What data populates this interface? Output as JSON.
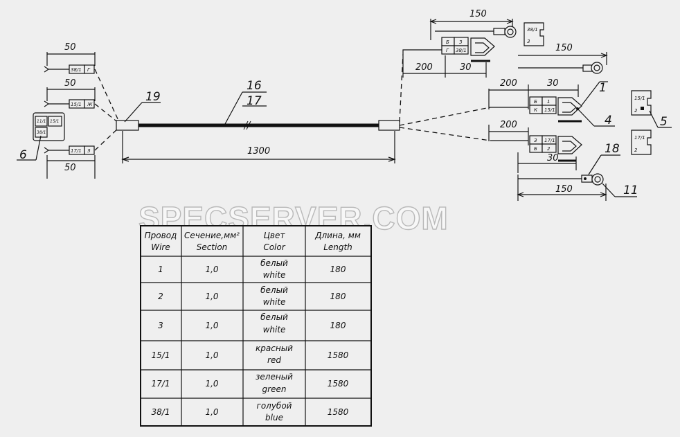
{
  "watermark": "SPECSERVER.COM",
  "callouts": {
    "c1": "1",
    "c4": "4",
    "c5": "5",
    "c6": "6",
    "c11": "11",
    "c16": "16",
    "c17": "17",
    "c18": "18",
    "c19": "19"
  },
  "dimensions": {
    "left_top": "50",
    "left_mid": "50",
    "left_bottom": "50",
    "main_length": "1300",
    "right_top_150": "150",
    "right_top_200": "200",
    "right_top_30": "30",
    "right_mid_150": "150",
    "right_mid_200": "200",
    "right_mid_30": "30",
    "right_low_200": "200",
    "right_low_30": "30",
    "right_bottom_150": "150"
  },
  "connectors": {
    "left_top": [
      "38/1",
      "Г"
    ],
    "left_mid": [
      "15/1",
      "Ж"
    ],
    "left_bottom": [
      "17/1",
      "З"
    ],
    "left_block": [
      "11/1",
      "15/1",
      "38/1"
    ],
    "right_top": {
      "row1": [
        "Б",
        "З"
      ],
      "row2": [
        "Г",
        "38/1"
      ]
    },
    "right_mid": {
      "row1": [
        "Б",
        "1"
      ],
      "row2": [
        "К",
        "15/1"
      ]
    },
    "right_low": {
      "row1": [
        "З",
        "17/1"
      ],
      "row2": [
        "Б",
        "2"
      ]
    },
    "item3_block": [
      "38/1",
      "3"
    ],
    "item5_block": [
      "15/1",
      "2"
    ],
    "item_right_low_block": [
      "17/1",
      "2"
    ]
  },
  "table": {
    "headers": [
      {
        "ru": "Провод",
        "en": "Wire"
      },
      {
        "ru": "Сечение,мм²",
        "en": "Section"
      },
      {
        "ru": "Цвет",
        "en": "Color"
      },
      {
        "ru": "Длина, мм",
        "en": "Length"
      }
    ],
    "rows": [
      {
        "wire": "1",
        "section": "1,0",
        "color_ru": "белый",
        "color_en": "white",
        "length": "180"
      },
      {
        "wire": "2",
        "section": "1,0",
        "color_ru": "белый",
        "color_en": "white",
        "length": "180"
      },
      {
        "wire": "3",
        "section": "1,0",
        "color_ru": "белый",
        "color_en": "white",
        "length": "180"
      },
      {
        "wire": "15/1",
        "section": "1,0",
        "color_ru": "красный",
        "color_en": "red",
        "length": "1580"
      },
      {
        "wire": "17/1",
        "section": "1,0",
        "color_ru": "зеленый",
        "color_en": "green",
        "length": "1580"
      },
      {
        "wire": "38/1",
        "section": "1,0",
        "color_ru": "голубой",
        "color_en": "blue",
        "length": "1580"
      }
    ]
  }
}
